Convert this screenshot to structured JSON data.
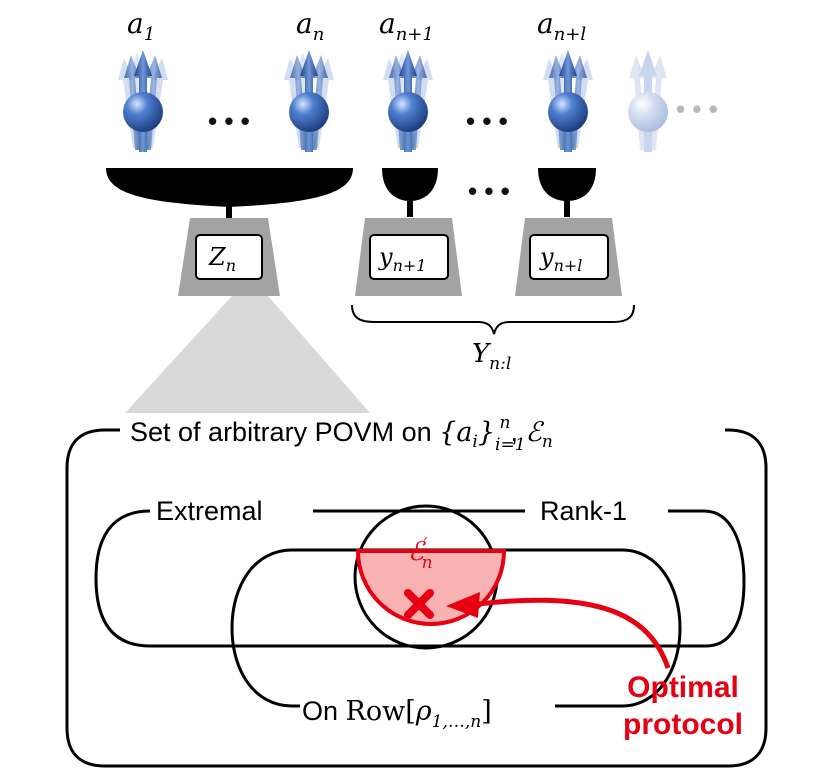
{
  "qubits": {
    "labels": [
      {
        "base": "a",
        "sub": "1"
      },
      {
        "base": "a",
        "sub": "n"
      },
      {
        "base": "a",
        "sub": "n+1"
      },
      {
        "base": "a",
        "sub": "n+l"
      }
    ],
    "ellipsis": "• • •"
  },
  "outcomes": {
    "joint": {
      "base": "Z",
      "sub": "n"
    },
    "single": [
      {
        "base": "y",
        "sub": "n+1"
      },
      {
        "base": "y",
        "sub": "n+l"
      }
    ],
    "brace": {
      "base": "Y",
      "sub": "n:l"
    }
  },
  "sets": {
    "outer_prefix": "Set of arbitrary POVM on ",
    "outer_a": "a",
    "outer_i": "i",
    "outer_range_sub": "i=1",
    "outer_range_sup": "n",
    "outer_eps": "ℰ",
    "outer_eps_sub": "n",
    "extremal": "Extremal",
    "rank1": "Rank-1",
    "on_prefix": "On ",
    "row_word": "Row",
    "rho": "ρ",
    "rho_sub": "1,…,n",
    "eps_prime": "ℰ",
    "eps_prime_sup": "′",
    "eps_prime_sub": "n"
  },
  "annotation": {
    "line1": "Optimal",
    "line2": "protocol"
  },
  "colors": {
    "spin_blue": "#2f5fa8",
    "spin_faded": "#c3d0e6",
    "highlight_red": "#e60012",
    "highlight_fill": "#f8b2b2",
    "scale_gray": "#a3a3a3",
    "wedge_gray": "#d9d9d9"
  }
}
